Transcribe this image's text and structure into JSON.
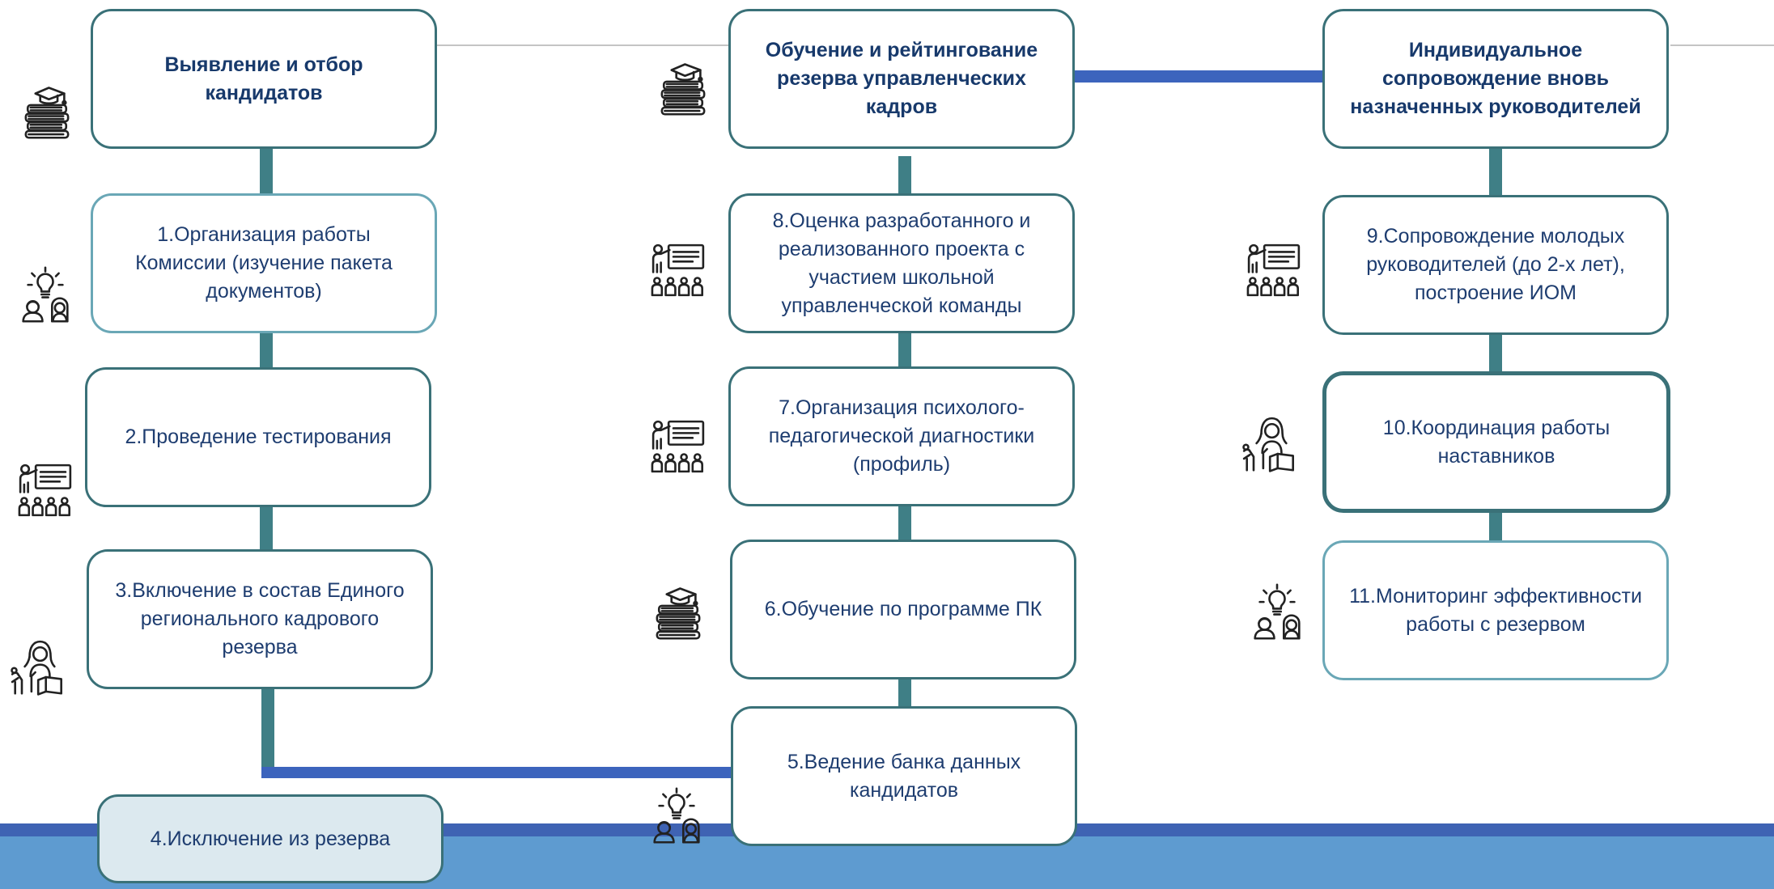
{
  "column1": {
    "header": "Выявление и отбор кандидатов",
    "step1": "1.Организация работы Комиссии (изучение пакета документов)",
    "step2": "2.Проведение тестирования",
    "step3": "3.Включение в состав Единого регионального кадрового резерва",
    "step4": "4.Исключение из резерва"
  },
  "column2": {
    "header": "Обучение и рейтингование резерва управленческих кадров",
    "step8": "8.Оценка разработанного и реализованного проекта с участием школьной управленческой команды",
    "step7": "7.Организация психолого-педагогической диагностики (профиль)",
    "step6": "6.Обучение по программе ПК",
    "step5": "5.Ведение банка данных кандидатов"
  },
  "column3": {
    "header": "Индивидуальное сопровождение вновь назначенных руководителей",
    "step9": "9.Сопровождение молодых руководителей (до 2-х лет), построение ИОМ",
    "step10": "10.Координация работы наставников",
    "step11": "11.Мониторинг эффективности работы с резервом"
  },
  "icons": {
    "c1_header": "books-graduation-cap-icon",
    "c1_step1": "idea-people-icon",
    "c1_step2": "teacher-presentation-icon",
    "c1_step3": "woman-reading-icon",
    "c2_header": "books-graduation-cap-icon",
    "c2_step8": "teacher-presentation-icon",
    "c2_step7": "teacher-presentation-icon",
    "c2_step6": "books-graduation-cap-icon",
    "c2_step5": "idea-people-icon",
    "c3_step9": "teacher-presentation-icon",
    "c3_step10": "woman-reading-icon",
    "c3_step11": "idea-people-icon"
  },
  "colors": {
    "box_border": "#3a7178",
    "box_border_light": "#6aa7b6",
    "connector": "#3f7f86",
    "link_blue": "#3c64bd",
    "text": "#1e3d70",
    "footer": "#5e9bd0"
  }
}
